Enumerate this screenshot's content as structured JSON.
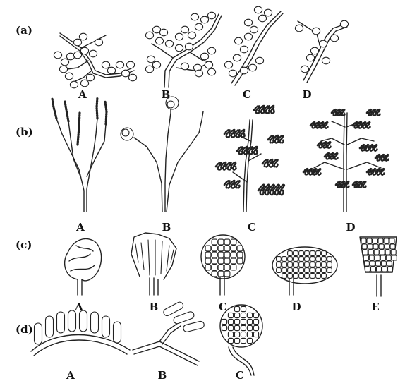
{
  "panels": [
    {
      "id": "a",
      "row_label": "(a)",
      "items": [
        "A",
        "B",
        "C",
        "D"
      ]
    },
    {
      "id": "b",
      "row_label": "(b)",
      "items": [
        "A",
        "B",
        "C",
        "D"
      ]
    },
    {
      "id": "c",
      "row_label": "(c)",
      "items": [
        "A",
        "B",
        "C",
        "D",
        "E"
      ]
    },
    {
      "id": "d",
      "row_label": "(d)",
      "items": [
        "A",
        "B",
        "C"
      ]
    }
  ],
  "colors": {
    "ink": "#222222",
    "background": "#ffffff"
  }
}
